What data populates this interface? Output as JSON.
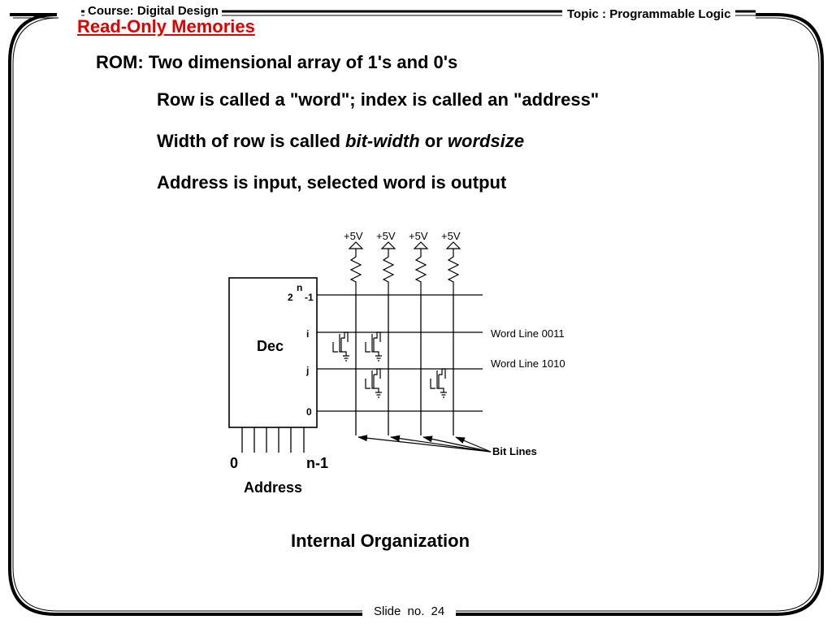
{
  "header": {
    "course": "Course: Digital Design",
    "title": "Read-Only Memories",
    "topic": "Topic : Programmable Logic"
  },
  "bullets": {
    "main": "ROM: Two dimensional array of 1's and 0's",
    "sub1": "Row is called a \"word\"; index is called an \"address\"",
    "sub2_prefix": "Width of row is called ",
    "sub2_em1": "bit-width",
    "sub2_mid": " or ",
    "sub2_em2": "wordsize",
    "sub3": "Address is input, selected word is output"
  },
  "diagram": {
    "supply_labels": [
      "+5V",
      "+5V",
      "+5V",
      "+5V"
    ],
    "decoder_label": "Dec",
    "row_label_top_base": "2",
    "row_label_top_exp": "n",
    "row_label_top_suffix": "-1",
    "row_labels": [
      "i",
      "j",
      "0"
    ],
    "word_line_0011": "Word Line 0011",
    "word_line_1010": "Word Line 1010",
    "bit_lines_label": "Bit Lines",
    "address_low": "0",
    "address_high": "n-1",
    "address_label": "Address",
    "caption": "Internal Organization"
  },
  "footer": {
    "slide": "Slide no. 24"
  }
}
